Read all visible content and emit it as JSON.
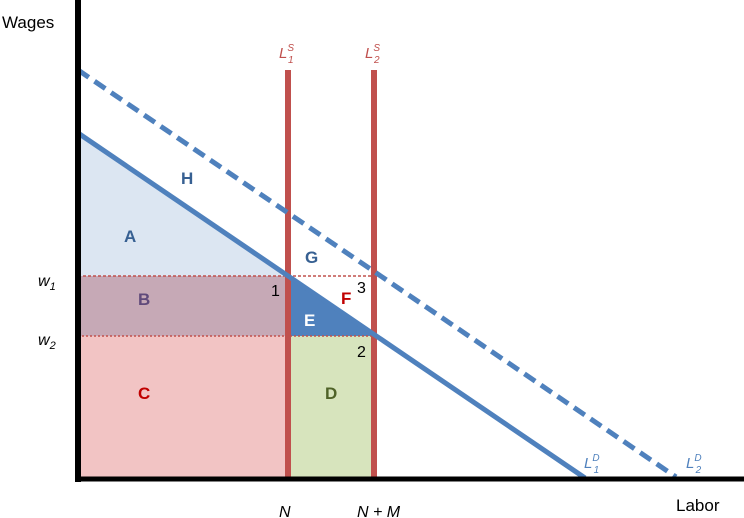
{
  "axes": {
    "y_title": "Wages",
    "x_title": "Labor"
  },
  "wage_labels": {
    "w1": {
      "base": "w",
      "sub": "1"
    },
    "w2": {
      "base": "w",
      "sub": "2"
    }
  },
  "quantity_labels": {
    "n": "N",
    "n_plus_m": "N + M"
  },
  "curves": {
    "supply1": {
      "base": "L",
      "sub": "1",
      "sup": "S"
    },
    "supply2": {
      "base": "L",
      "sub": "2",
      "sup": "S"
    },
    "demand1": {
      "base": "L",
      "sub": "1",
      "sup": "D"
    },
    "demand2": {
      "base": "L",
      "sub": "2",
      "sup": "D"
    }
  },
  "regions": {
    "a": "A",
    "b": "B",
    "c": "C",
    "d": "D",
    "e": "E",
    "f": "F",
    "g": "G",
    "h": "H"
  },
  "points": {
    "p1": "1",
    "p2": "2",
    "p3": "3"
  },
  "colors": {
    "demand": "#4F81BD",
    "supply": "#C0504D",
    "region_a": "#DCE6F2",
    "region_b": "#C6A9B6",
    "region_c": "#F2C4C4",
    "region_d": "#D7E4BD",
    "region_e": "#4F81BD",
    "label_blue": "#376092",
    "label_purple": "#604A7B",
    "label_red": "#C00000",
    "label_green": "#4F6228"
  }
}
